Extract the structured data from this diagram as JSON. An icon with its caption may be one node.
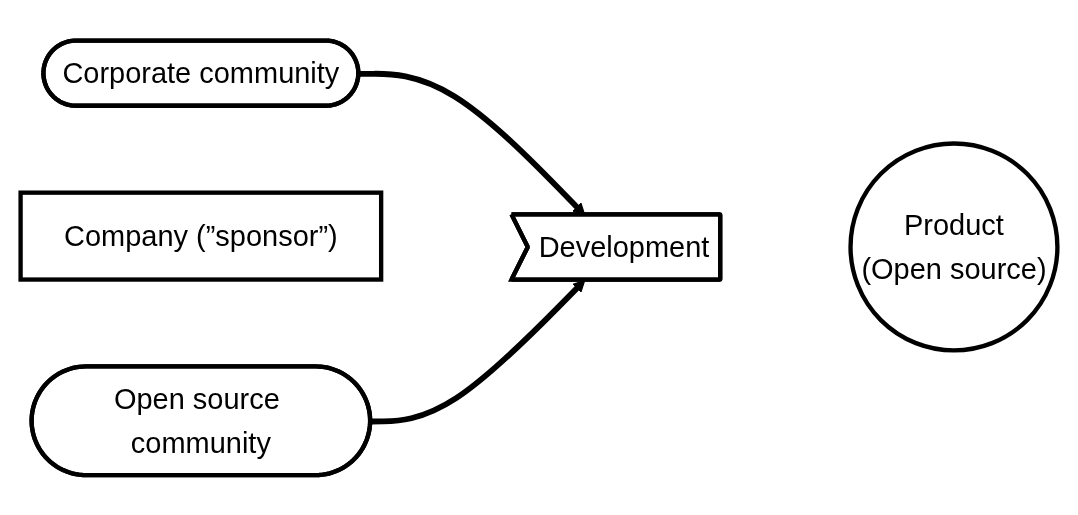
{
  "diagram": {
    "nodes": [
      {
        "text": [
          "Corporate community"
        ]
      },
      {
        "text": [
          "Company (”sponsor”)"
        ]
      },
      {
        "text": [
          "Development"
        ]
      },
      {
        "text": [
          "Product",
          "(Open source)"
        ]
      },
      {
        "text": [
          "Open source community"
        ]
      }
    ],
    "edges": [
      {
        "from": 0,
        "to": 2,
        "arrow": "to"
      },
      {
        "from": 4,
        "to": 2,
        "arrow": "to"
      }
    ]
  }
}
